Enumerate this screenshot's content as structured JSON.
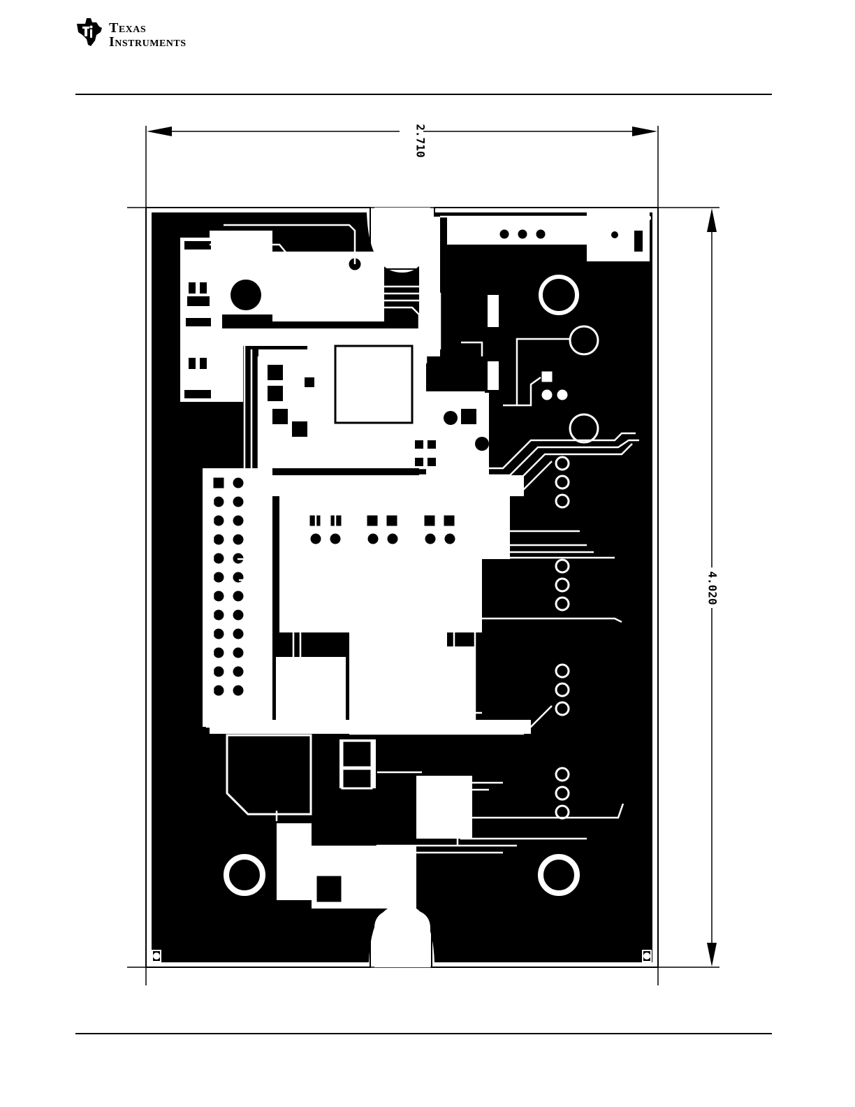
{
  "header": {
    "logo": {
      "line1": "Texas",
      "line2": "Instruments",
      "icon": "ti-state-logo-icon"
    }
  },
  "drawing": {
    "dimension_width": "2.710",
    "dimension_height": "4.020"
  },
  "colors": {
    "ink": "#000000",
    "paper": "#ffffff"
  }
}
